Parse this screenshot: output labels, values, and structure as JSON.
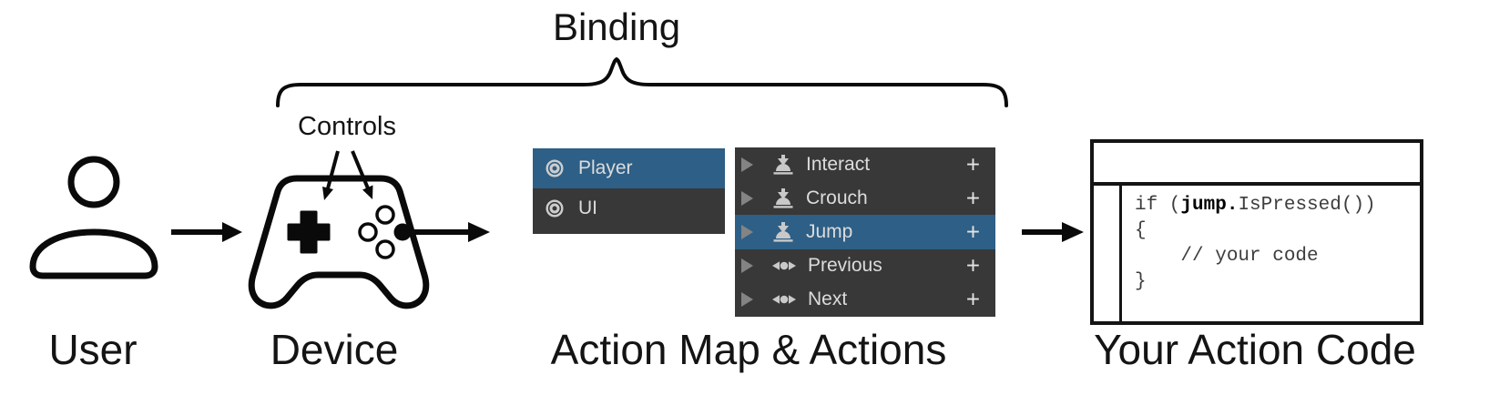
{
  "labels": {
    "binding": "Binding",
    "controls": "Controls",
    "user": "User",
    "device": "Device",
    "action_map_actions": "Action Map & Actions",
    "your_action_code": "Your Action Code"
  },
  "panels": {
    "action_map": {
      "rows": [
        {
          "label": "Player",
          "icon": "action-map-icon",
          "selected": true
        },
        {
          "label": "UI",
          "icon": "action-map-icon",
          "selected": false
        }
      ]
    },
    "actions": {
      "rows": [
        {
          "label": "Interact",
          "type": "button",
          "add_label": "+",
          "selected": false
        },
        {
          "label": "Crouch",
          "type": "button",
          "add_label": "+",
          "selected": false
        },
        {
          "label": "Jump",
          "type": "button",
          "add_label": "+",
          "selected": true
        },
        {
          "label": "Previous",
          "type": "axis",
          "add_label": "+",
          "selected": false
        },
        {
          "label": "Next",
          "type": "axis",
          "add_label": "+",
          "selected": false
        }
      ]
    }
  },
  "code": {
    "line1_prefix": "if (",
    "line1_bold": "jump.",
    "line1_suffix": "IsPressed())",
    "line2": "{",
    "line3": "    // your code",
    "line4": "}"
  },
  "colors": {
    "panel_bg": "#383838",
    "selection_blue": "#2e5f86",
    "panel_text": "#dcdcdc",
    "icon_gray": "#c9c9c9",
    "foldout_gray": "#848484",
    "line_black": "#141414"
  }
}
